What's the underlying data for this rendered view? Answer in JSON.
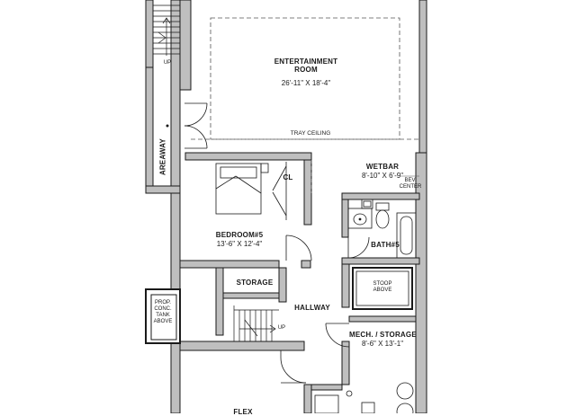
{
  "rooms": {
    "entertainment": {
      "name": "ENTERTAINMENT",
      "name2": "ROOM",
      "dims": "26'-11\" X 18'-4\"",
      "ceiling": "TRAY CEILING"
    },
    "wetbar": {
      "name": "WETBAR",
      "dims": "8'-10\" X 6'-9\"",
      "note_line1": "BEV.",
      "note_line2": "CENTER"
    },
    "bedroom5": {
      "name": "BEDROOM#5",
      "dims": "13'-6\" X 12'-4\""
    },
    "closet": {
      "name": "CL"
    },
    "bath5": {
      "name": "BATH#5"
    },
    "storage": {
      "name": "STORAGE"
    },
    "hallway": {
      "name": "HALLWAY"
    },
    "stoop": {
      "line1": "STOOP",
      "line2": "ABOVE"
    },
    "mech": {
      "name": "MECH. / STORAGE",
      "dims": "8'-6\" X 13'-1\""
    },
    "tank": {
      "line1": "PROP.",
      "line2": "CONC.",
      "line3": "TANK",
      "line4": "ABOVE"
    },
    "flex": {
      "name": "FLEX"
    },
    "areaway": {
      "name": "AREAWAY"
    }
  },
  "stairs": {
    "top_up": "UP",
    "hall_up": "UP"
  },
  "colors": {
    "wall_fill": "#bfbfbf",
    "wall_stroke": "#1a1a1a",
    "background": "#ffffff"
  }
}
